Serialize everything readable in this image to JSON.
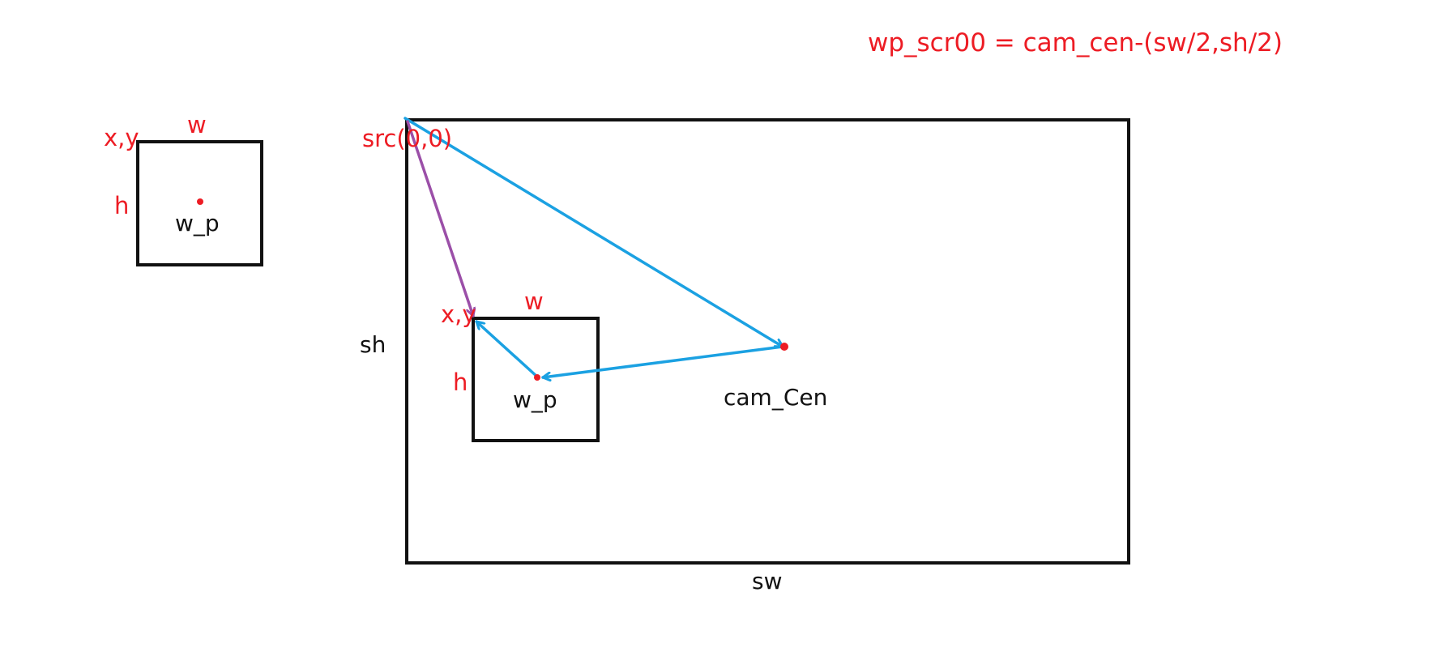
{
  "diagram": {
    "formula": "wp_scr00 =  cam_cen-(sw/2,sh/2)",
    "small_box": {
      "xy_label": "x,y",
      "w_label": "w",
      "h_label": "h",
      "center_label": "w_p"
    },
    "screen": {
      "origin_label": "src(0,0)",
      "width_label": "sw",
      "height_label": "sh",
      "camera_label": "cam_Cen"
    },
    "inner_box": {
      "xy_label": "x,y",
      "w_label": "w",
      "h_label": "h",
      "center_label": "w_p"
    },
    "colors": {
      "label_red": "#ed1c24",
      "outline": "#111111",
      "arrow_blue": "#1ba1e2",
      "arrow_purple": "#9b4fa8",
      "point_red": "#ed1c24"
    }
  }
}
